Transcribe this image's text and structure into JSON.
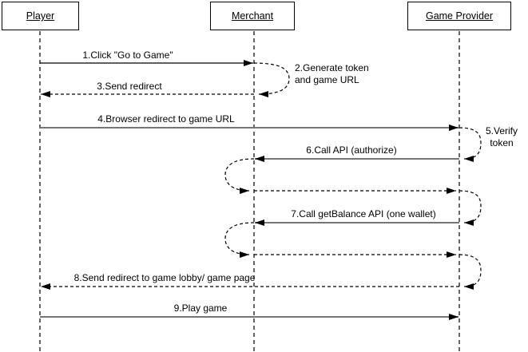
{
  "diagram": {
    "type": "sequence-diagram",
    "colors": {
      "line": "#000000",
      "heavy_line": "#757575",
      "background": "#ffffff"
    },
    "actors": [
      {
        "name": "Player"
      },
      {
        "name": "Merchant"
      },
      {
        "name": "Game Provider"
      }
    ],
    "messages": [
      {
        "label": "1.Click \"Go to Game\"",
        "from": "Player",
        "to": "Merchant",
        "line": "solid"
      },
      {
        "label": "2.Generate token\nand game URL",
        "from": "Merchant",
        "to": "Merchant",
        "line": "dashed-self-loop"
      },
      {
        "label": "3.Send redirect",
        "from": "Merchant",
        "to": "Player",
        "line": "dashed"
      },
      {
        "label": "4.Browser redirect to game URL",
        "from": "Player",
        "to": "Game Provider",
        "line": "solid"
      },
      {
        "label": "5.Verify\ntoken",
        "from": "Game Provider",
        "to": "Game Provider",
        "line": "dashed-self-loop"
      },
      {
        "label": "6.Call API (authorize)",
        "from": "Game Provider",
        "to": "Merchant",
        "line": "solid"
      },
      {
        "label": "7.Call getBalance API (one wallet)",
        "from": "Game Provider",
        "to": "Merchant",
        "line": "solid"
      },
      {
        "label": "8.Send redirect to game lobby/ game page",
        "from": "Game Provider",
        "to": "Player",
        "line": "dashed"
      },
      {
        "label": "9.Play game",
        "from": "Player",
        "to": "Game Provider",
        "line": "solid"
      }
    ]
  }
}
